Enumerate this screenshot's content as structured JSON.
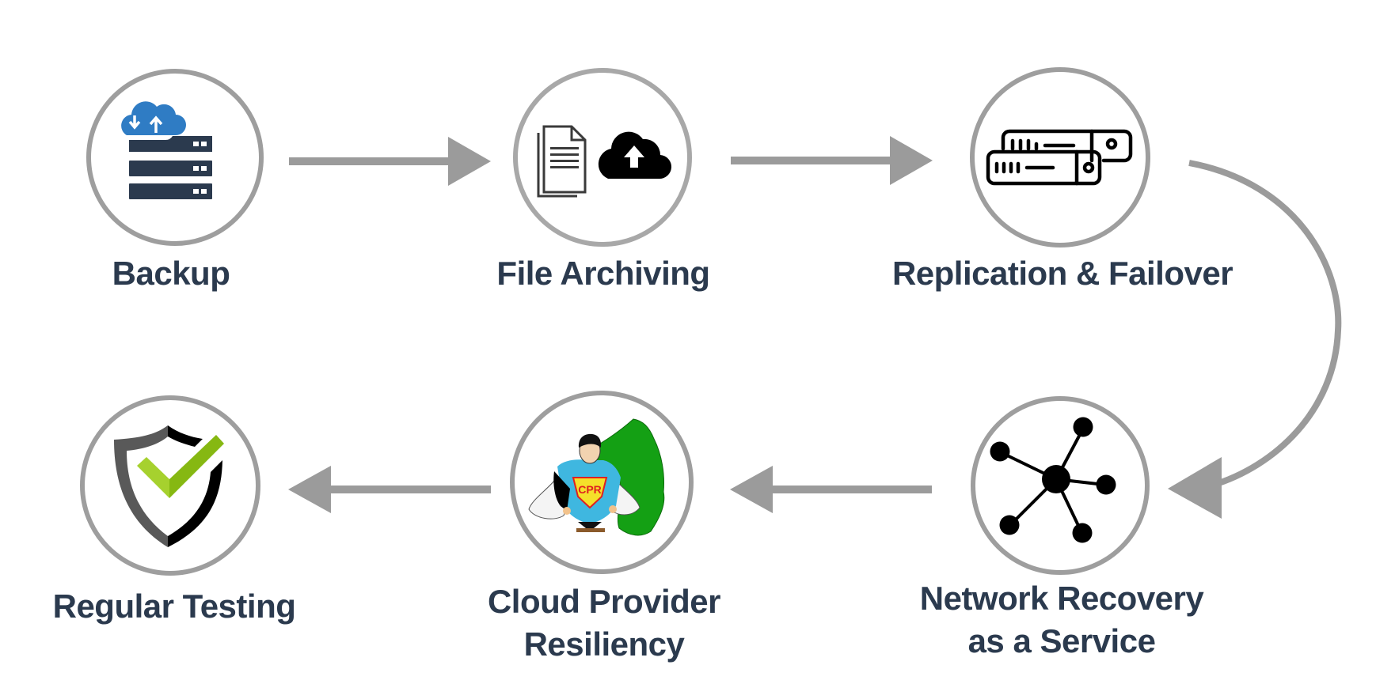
{
  "diagram": {
    "type": "process-cycle",
    "colors": {
      "ring": "#9e9e9e",
      "arrow": "#9b9b9b",
      "label_text": "#2b3a4e",
      "backup_cloud": "#2f7cc4",
      "backup_server": "#2b3a4e",
      "check_green_light": "#a6d12e",
      "check_green_dark": "#86b812",
      "shield_grey": "#595959",
      "cape_green": "#14a014",
      "shirt_cyan": "#3fb7e0",
      "emblem_red": "#e02020",
      "emblem_yellow": "#f5e02a"
    },
    "steps": [
      {
        "id": "backup",
        "order": 1,
        "label_lines": [
          "Backup"
        ],
        "icon": "cloud-server-icon"
      },
      {
        "id": "file-archiving",
        "order": 2,
        "label_lines": [
          "File Archiving"
        ],
        "icon": "document-cloud-upload-icon"
      },
      {
        "id": "replication-failover",
        "order": 3,
        "label_lines": [
          "Replication & Failover"
        ],
        "icon": "stacked-servers-icon"
      },
      {
        "id": "network-recovery",
        "order": 4,
        "label_lines": [
          "Network Recovery",
          "as a Service"
        ],
        "icon": "network-hub-icon"
      },
      {
        "id": "cloud-provider-resiliency",
        "order": 5,
        "label_lines": [
          "Cloud Provider",
          "Resiliency"
        ],
        "icon": "superhero-cpr-icon",
        "emblem_text": "CPR"
      },
      {
        "id": "regular-testing",
        "order": 6,
        "label_lines": [
          "Regular Testing"
        ],
        "icon": "shield-check-icon"
      }
    ],
    "connections": [
      {
        "from": "backup",
        "to": "file-archiving",
        "shape": "straight"
      },
      {
        "from": "file-archiving",
        "to": "replication-failover",
        "shape": "straight"
      },
      {
        "from": "replication-failover",
        "to": "network-recovery",
        "shape": "curved"
      },
      {
        "from": "network-recovery",
        "to": "cloud-provider-resiliency",
        "shape": "straight"
      },
      {
        "from": "cloud-provider-resiliency",
        "to": "regular-testing",
        "shape": "straight"
      }
    ]
  }
}
